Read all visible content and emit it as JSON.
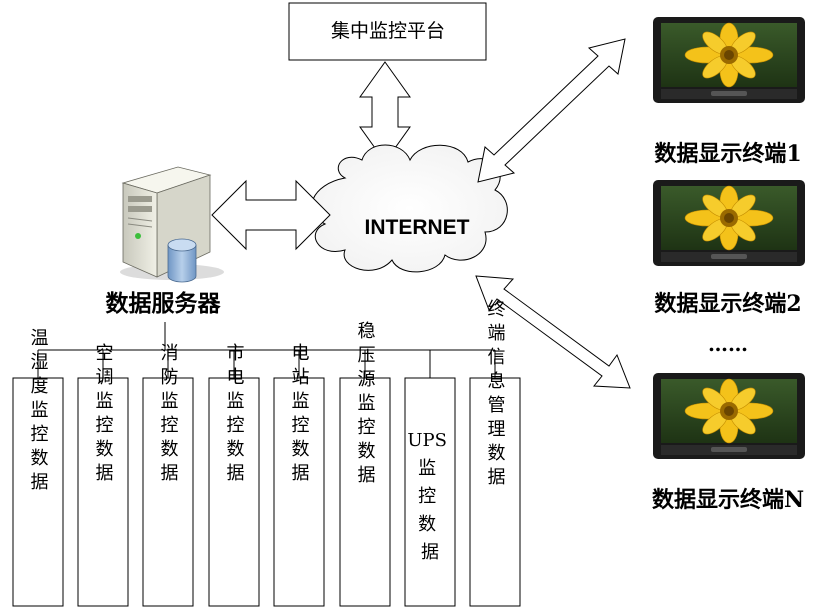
{
  "platform": {
    "label": "集中监控平台"
  },
  "cloud": {
    "label": "INTERNET"
  },
  "server": {
    "label": "数据服务器"
  },
  "terminals": [
    {
      "label": "数据显示终端1"
    },
    {
      "label": "数据显示终端2"
    },
    {
      "label": "数据显示终端N"
    }
  ],
  "ellipsis": "……",
  "data_boxes": [
    {
      "label": "温湿度监控数据"
    },
    {
      "label": "空调监控数据"
    },
    {
      "label": "消防监控数据"
    },
    {
      "label": "市电监控数据"
    },
    {
      "label": "电站监控数据"
    },
    {
      "label": "稳压源监控数据"
    },
    {
      "label": "UPS监控数据",
      "lines": [
        "UPS",
        "监",
        "控",
        "数",
        "据"
      ]
    },
    {
      "label": "终端信息管理数据"
    }
  ],
  "colors": {
    "stroke": "#000000",
    "box_fill": "#ffffff",
    "server_body": "#e4e4d8",
    "db_blue": "#8fb2d8",
    "flower": "#f4c21a",
    "leaf": "#2e5a24",
    "bezel": "#1a1a1a"
  }
}
